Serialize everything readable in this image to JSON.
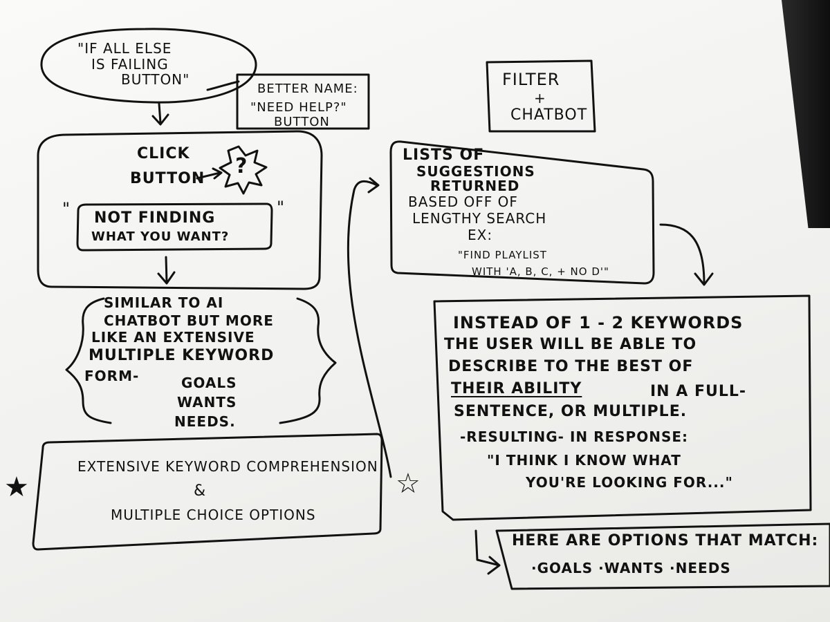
{
  "bubble": {
    "line1": "\"IF ALL ELSE",
    "line2": "IS FAILING",
    "line3": "BUTTON\""
  },
  "better_name": {
    "line1": "BETTER NAME:",
    "line2": "\"NEED HELP?\"",
    "line3": "BUTTON"
  },
  "filter": {
    "line1": "FILTER",
    "line2": "+",
    "line3": "CHATBOT"
  },
  "click_box": {
    "line1": "CLICK",
    "line2": "BUTTON",
    "icon": "question-icon",
    "quote_open": "\"",
    "quote_close": "\"",
    "not_finding_1": "NOT FINDING",
    "not_finding_2": "WHAT YOU WANT?"
  },
  "similar": {
    "line1": "SIMILAR TO AI",
    "line2": "CHATBOT BUT MORE",
    "line3": "LIKE AN EXTENSIVE",
    "line4": "MULTIPLE KEYWORD",
    "line5": "FORM-",
    "goals": "GOALS",
    "wants": "WANTS",
    "needs": "NEEDS."
  },
  "extensive": {
    "line1": "EXTENSIVE KEYWORD COMPREHENSION",
    "line2": "&",
    "line3": "MULTIPLE CHOICE OPTIONS"
  },
  "lists": {
    "line1": "LISTS OF",
    "line2": "SUGGESTIONS",
    "line3": "RETURNED",
    "line4": "BASED OFF OF",
    "line5": "LENGTHY SEARCH",
    "line6": "EX:",
    "line7": "\"FIND PLAYLIST",
    "line8": "WITH 'A, B, C, + NO D'\""
  },
  "instead": {
    "line1": "INSTEAD OF 1 - 2 KEYWORDS",
    "line2": "THE USER WILL BE ABLE TO",
    "line3": "DESCRIBE TO THE BEST OF",
    "line4a": "THEIR ABILITY",
    "line4b": "IN A FULL-",
    "line5": "SENTENCE, OR MULTIPLE.",
    "line6": "-RESULTING- IN RESPONSE:",
    "line7": "\"I THINK I KNOW WHAT",
    "line8": "YOU'RE LOOKING FOR...\""
  },
  "options": {
    "line1": "HERE ARE OPTIONS THAT MATCH:",
    "line2": "·GOALS  ·WANTS  ·NEEDS"
  },
  "stars": {
    "left": "★",
    "middle": "☆"
  }
}
